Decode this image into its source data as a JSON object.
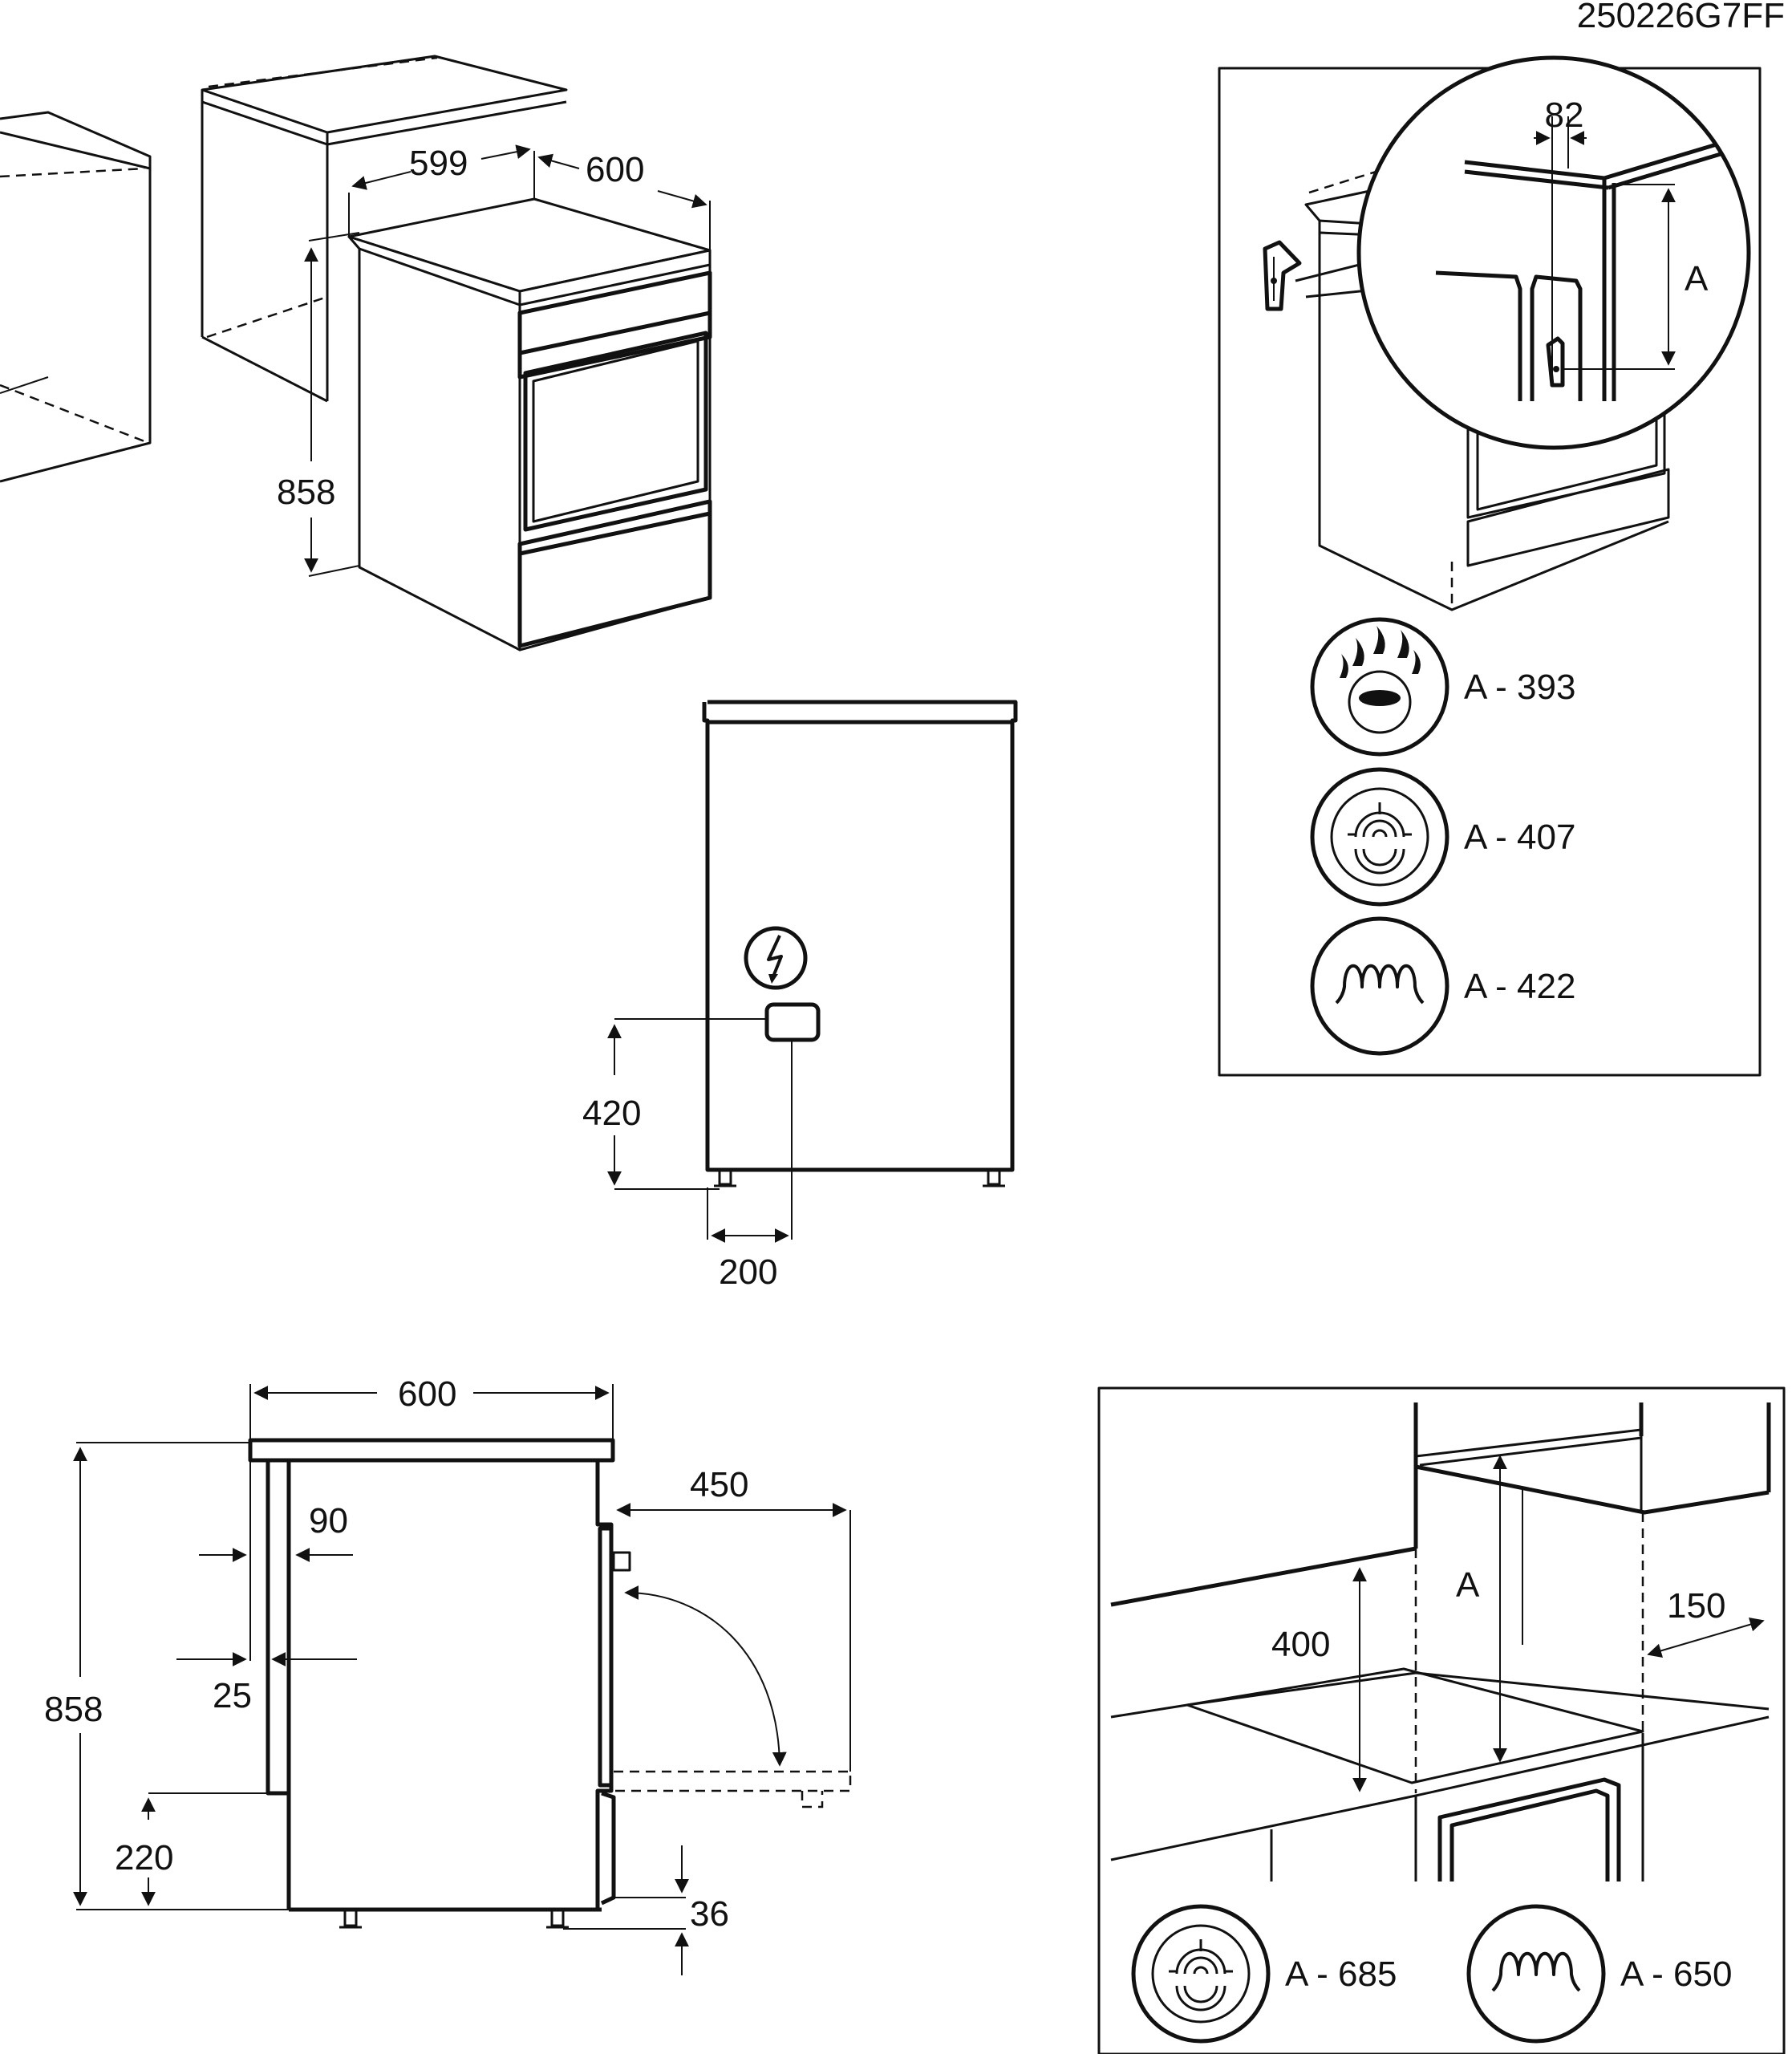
{
  "diagram": {
    "code": "250226G7FF",
    "top_view": {
      "width": "599",
      "depth": "600",
      "height": "858"
    },
    "side_view": {
      "connection_height": "420",
      "connection_offset": "200"
    },
    "side_section": {
      "top_width": "600",
      "door_clearance": "450",
      "panel_offset": "90",
      "back_offset": "25",
      "total_height": "858",
      "drawer_height": "220",
      "feet_height": "36"
    },
    "mount_panel": {
      "bracket_offset": "82",
      "dim_label": "A",
      "icons": [
        {
          "name": "gas-burner-icon",
          "label": "A - 393"
        },
        {
          "name": "fan-oven-icon",
          "label": "A - 407"
        },
        {
          "name": "heating-coil-icon",
          "label": "A - 422"
        }
      ]
    },
    "install_panel": {
      "side_height": "400",
      "dim_label": "A",
      "side_gap": "150",
      "icons": [
        {
          "name": "fan-oven-icon",
          "label": "A - 685"
        },
        {
          "name": "heating-coil-icon",
          "label": "A - 650"
        }
      ]
    }
  }
}
